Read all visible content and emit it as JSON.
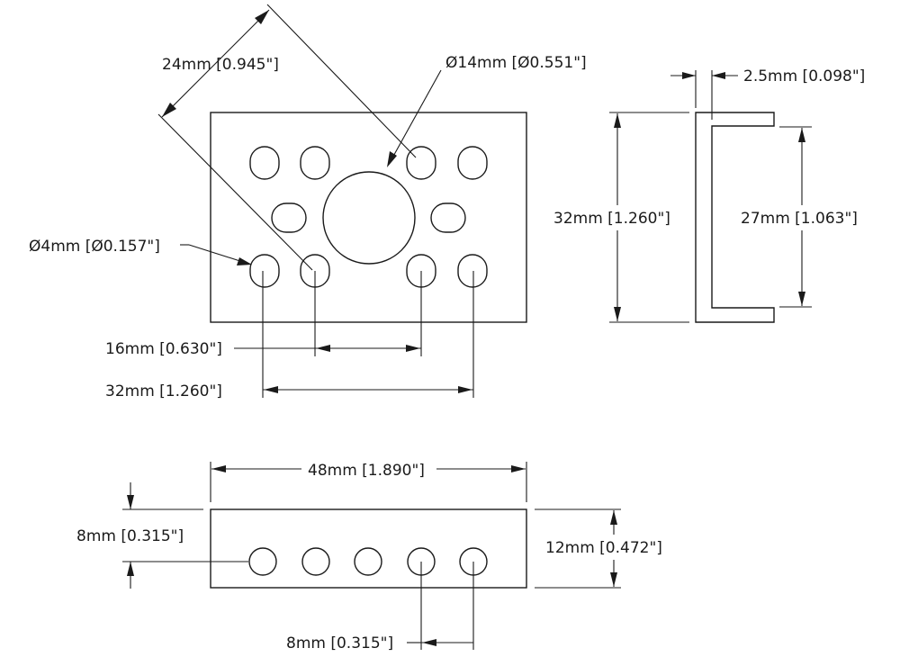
{
  "front_view": {
    "hole_diameter": "Ø4mm [Ø0.157\"]",
    "center_hole_diameter": "Ø14mm [Ø0.551\"]",
    "diagonal_spacing": "24mm [0.945\"]",
    "inner_hole_spacing": "16mm [0.630\"]",
    "outer_hole_spacing": "32mm [1.260\"]"
  },
  "side_view": {
    "thickness": "2.5mm [0.098\"]",
    "outer_height": "32mm [1.260\"]",
    "inner_height": "27mm [1.063\"]"
  },
  "bottom_view": {
    "length": "48mm [1.890\"]",
    "width": "12mm [0.472\"]",
    "hole_offset": "8mm [0.315\"]",
    "hole_pitch": "8mm [0.315\"]"
  }
}
